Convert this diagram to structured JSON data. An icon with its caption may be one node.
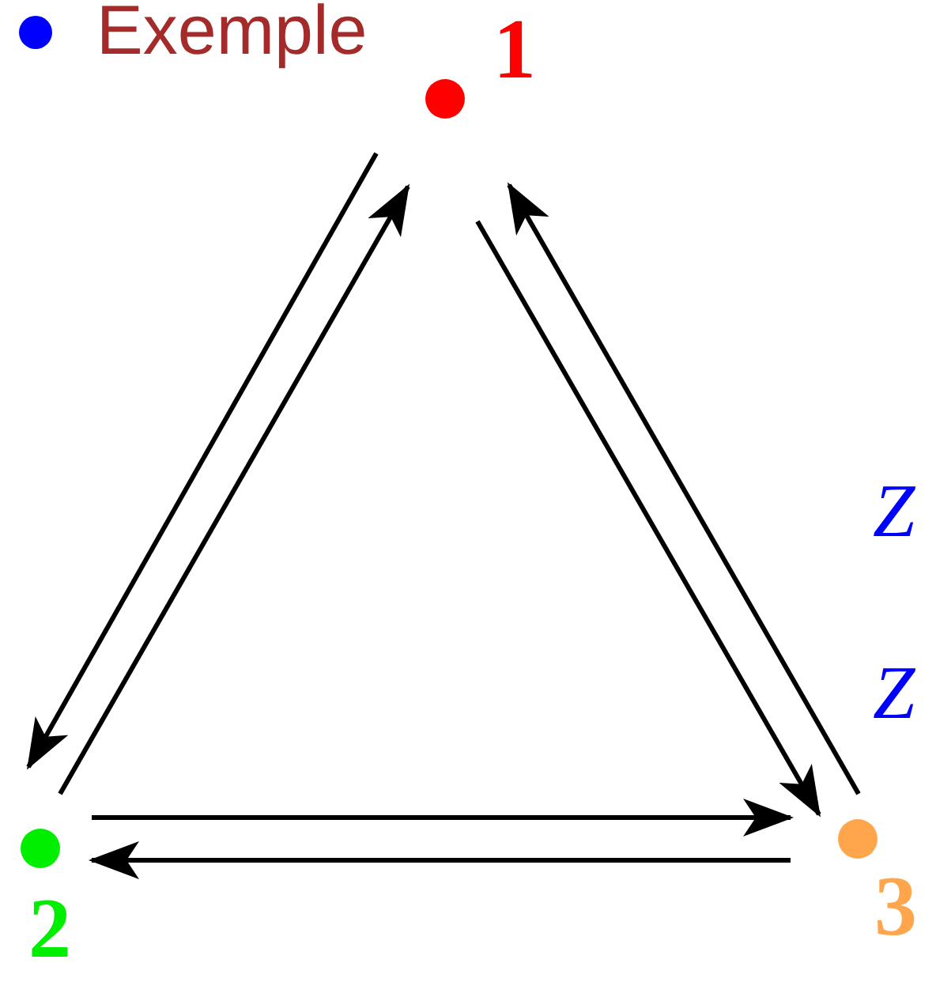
{
  "diagram": {
    "nodes": [
      {
        "text": [],
        "shape": "circle",
        "beside": [
          "1"
        ]
      },
      {
        "text": [],
        "shape": "circle",
        "beside": [
          "2"
        ]
      },
      {
        "text": [],
        "shape": "circle",
        "beside": [
          "3"
        ]
      }
    ],
    "edges": [
      {
        "from": 0,
        "to": 1,
        "arrow": "to"
      },
      {
        "from": 1,
        "to": 0,
        "arrow": "to"
      },
      {
        "from": 0,
        "to": 2,
        "arrow": "to"
      },
      {
        "from": 2,
        "to": 0,
        "arrow": "to"
      },
      {
        "from": 1,
        "to": 2,
        "arrow": "to"
      },
      {
        "from": 2,
        "to": 1,
        "arrow": "to"
      }
    ],
    "labels": [
      "Z",
      "Z"
    ],
    "legend": [
      {
        "text": "Exemple",
        "color": "#0000ff"
      }
    ]
  }
}
